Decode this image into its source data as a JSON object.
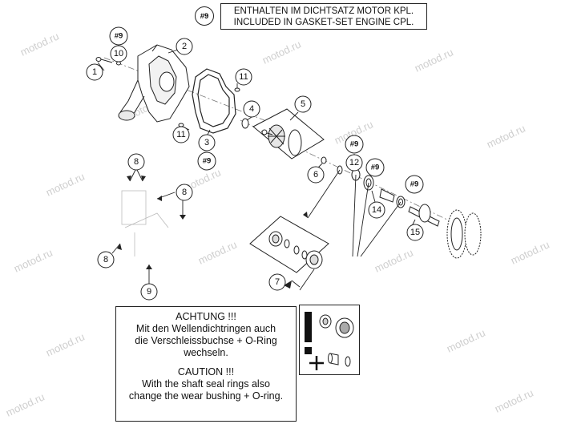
{
  "header_note": {
    "tag": "#9",
    "lines": [
      "ENTHALTEN IM DICHTSATZ MOTOR KPL.",
      "INCLUDED IN GASKET-SET ENGINE CPL."
    ]
  },
  "watermark": "motod.ru",
  "callouts": {
    "c1": "1",
    "c2": "2",
    "c3": "3",
    "c4": "4",
    "c5": "5",
    "c6": "6",
    "c7": "7",
    "c8a": "8",
    "c8b": "8",
    "c8c": "8",
    "c9": "9",
    "c10": "10",
    "c11a": "11",
    "c11b": "11",
    "c12": "12",
    "c14": "14",
    "c15": "15",
    "t9a": "#9",
    "t9b": "#9",
    "t9c": "#9",
    "t9d": "#9",
    "t9e": "#9"
  },
  "warning": {
    "de_title": "ACHTUNG !!!",
    "de_lines": [
      "Mit den Wellendichtringen auch",
      "die Verschleissbuchse + O-Ring",
      "wechseln."
    ],
    "en_title": "CAUTION !!!",
    "en_lines": [
      "With the shaft seal rings also",
      "change the wear bushing + O-ring."
    ]
  },
  "colors": {
    "line": "#222222",
    "watermark": "#cfcfcf",
    "background": "#ffffff"
  }
}
